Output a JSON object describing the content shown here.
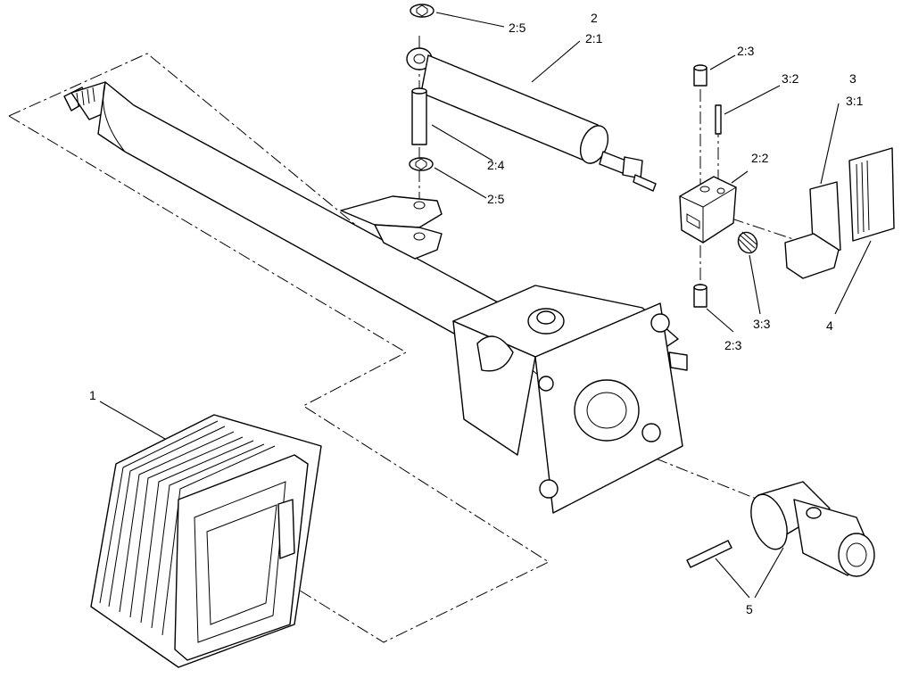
{
  "callouts": {
    "c1": "1",
    "c2": "2",
    "c2_1": "2:1",
    "c2_2": "2:2",
    "c2_3_top": "2:3",
    "c2_3_bottom": "2:3",
    "c2_4": "2:4",
    "c2_5_top": "2:5",
    "c2_5_bottom": "2:5",
    "c3": "3",
    "c3_1": "3:1",
    "c3_2": "3:2",
    "c3_3": "3:3",
    "c4": "4",
    "c5": "5"
  }
}
